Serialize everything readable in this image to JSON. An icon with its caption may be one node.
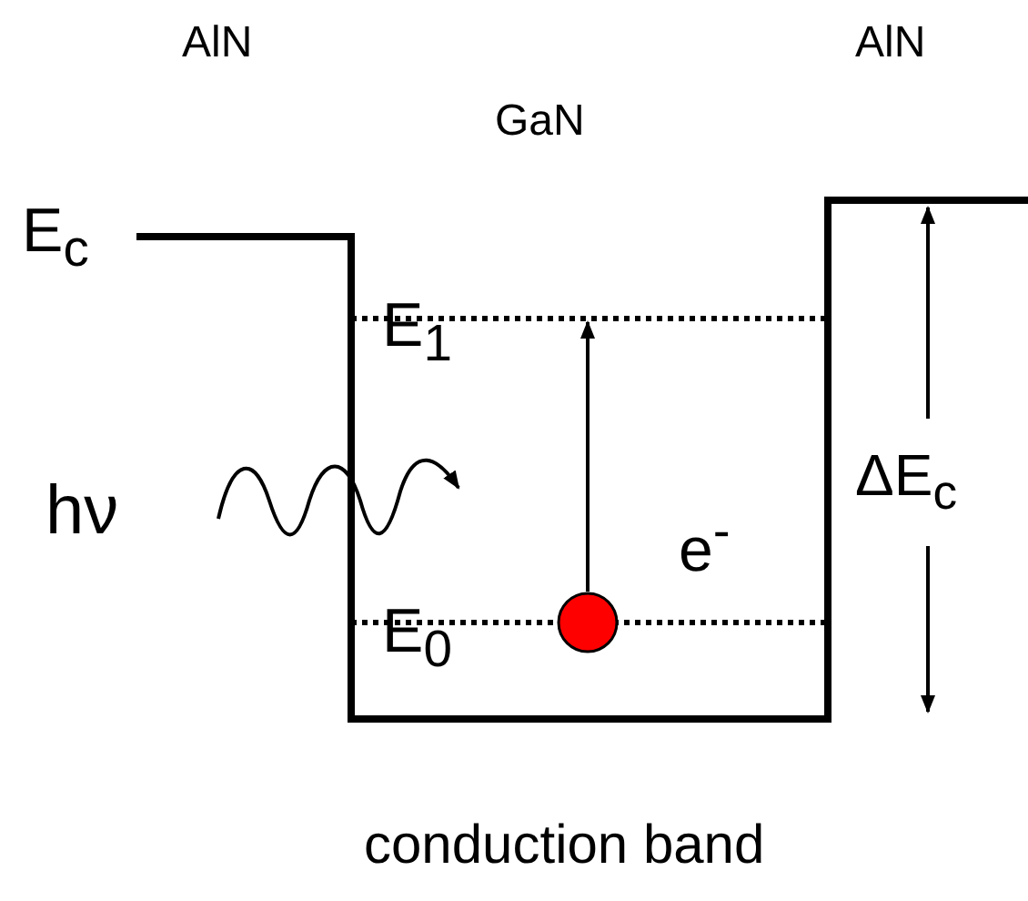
{
  "diagram": {
    "labels": [
      "AlN",
      "AlN",
      "GaN",
      "E$_{c}$",
      "E$_{1}$",
      "hν",
      "ΔE$_{c}$",
      "e$^{-}$",
      "E$_{0}$",
      "conduction band"
    ]
  }
}
